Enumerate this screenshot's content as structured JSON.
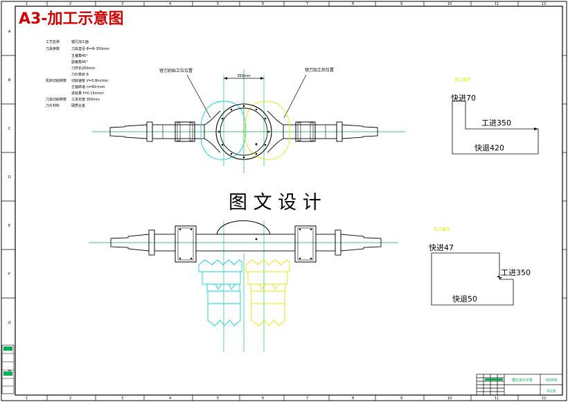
{
  "title": "A3-加工示意图",
  "watermark": "图 文 设 计",
  "params": [
    {
      "k": "工艺名称",
      "v": "镗孔加工面"
    },
    {
      "k": "刀具参数",
      "v": "刀具直径  Φ=Φ-350mm"
    },
    {
      "k": "",
      "v": "主偏角45°"
    },
    {
      "k": "",
      "v": "副偏角45°"
    },
    {
      "k": "",
      "v": "刀杆长200mm"
    },
    {
      "k": "",
      "v": "刀片数目 8"
    },
    {
      "k": "机床切削参数",
      "v": "切削速度  V=5.8m/min"
    },
    {
      "k": "",
      "v": "主轴转速  n=60r/min"
    },
    {
      "k": "",
      "v": "进给量 f=0.15mm/r"
    },
    {
      "k": "刀具切削参数",
      "v": "工进长度  350mm"
    },
    {
      "k": "刀片材料",
      "v": "硬质合金"
    }
  ],
  "callouts": {
    "left": "镗刀初始工位位置",
    "right": "镗刀加工后位置",
    "dimension": "350mm"
  },
  "cycle1": {
    "header": "加工循环",
    "rapid_in": "快进70",
    "feed": "工进350",
    "rapid_out": "快退420"
  },
  "cycle2": {
    "header": "加工循环",
    "rapid_in": "快进47",
    "feed": "工进350",
    "rapid_out": "快退50"
  },
  "title_block": {
    "name": "镗孔加工示意",
    "code": "SD006",
    "sheet": "共1张"
  },
  "grid": {
    "columns": [
      "1",
      "2",
      "3",
      "4",
      "5",
      "6",
      "7",
      "8",
      "9",
      "10",
      "11",
      "12"
    ],
    "rows": [
      "A",
      "B",
      "C",
      "D",
      "E",
      "F",
      "G",
      "H"
    ]
  },
  "colors": {
    "frame": "#000000",
    "centerline": "#00b050",
    "part": "#000000",
    "tool_initial": "#00d5e0",
    "tool_final": "#e8e800",
    "header": "#e8e800",
    "title": "#d40000"
  }
}
